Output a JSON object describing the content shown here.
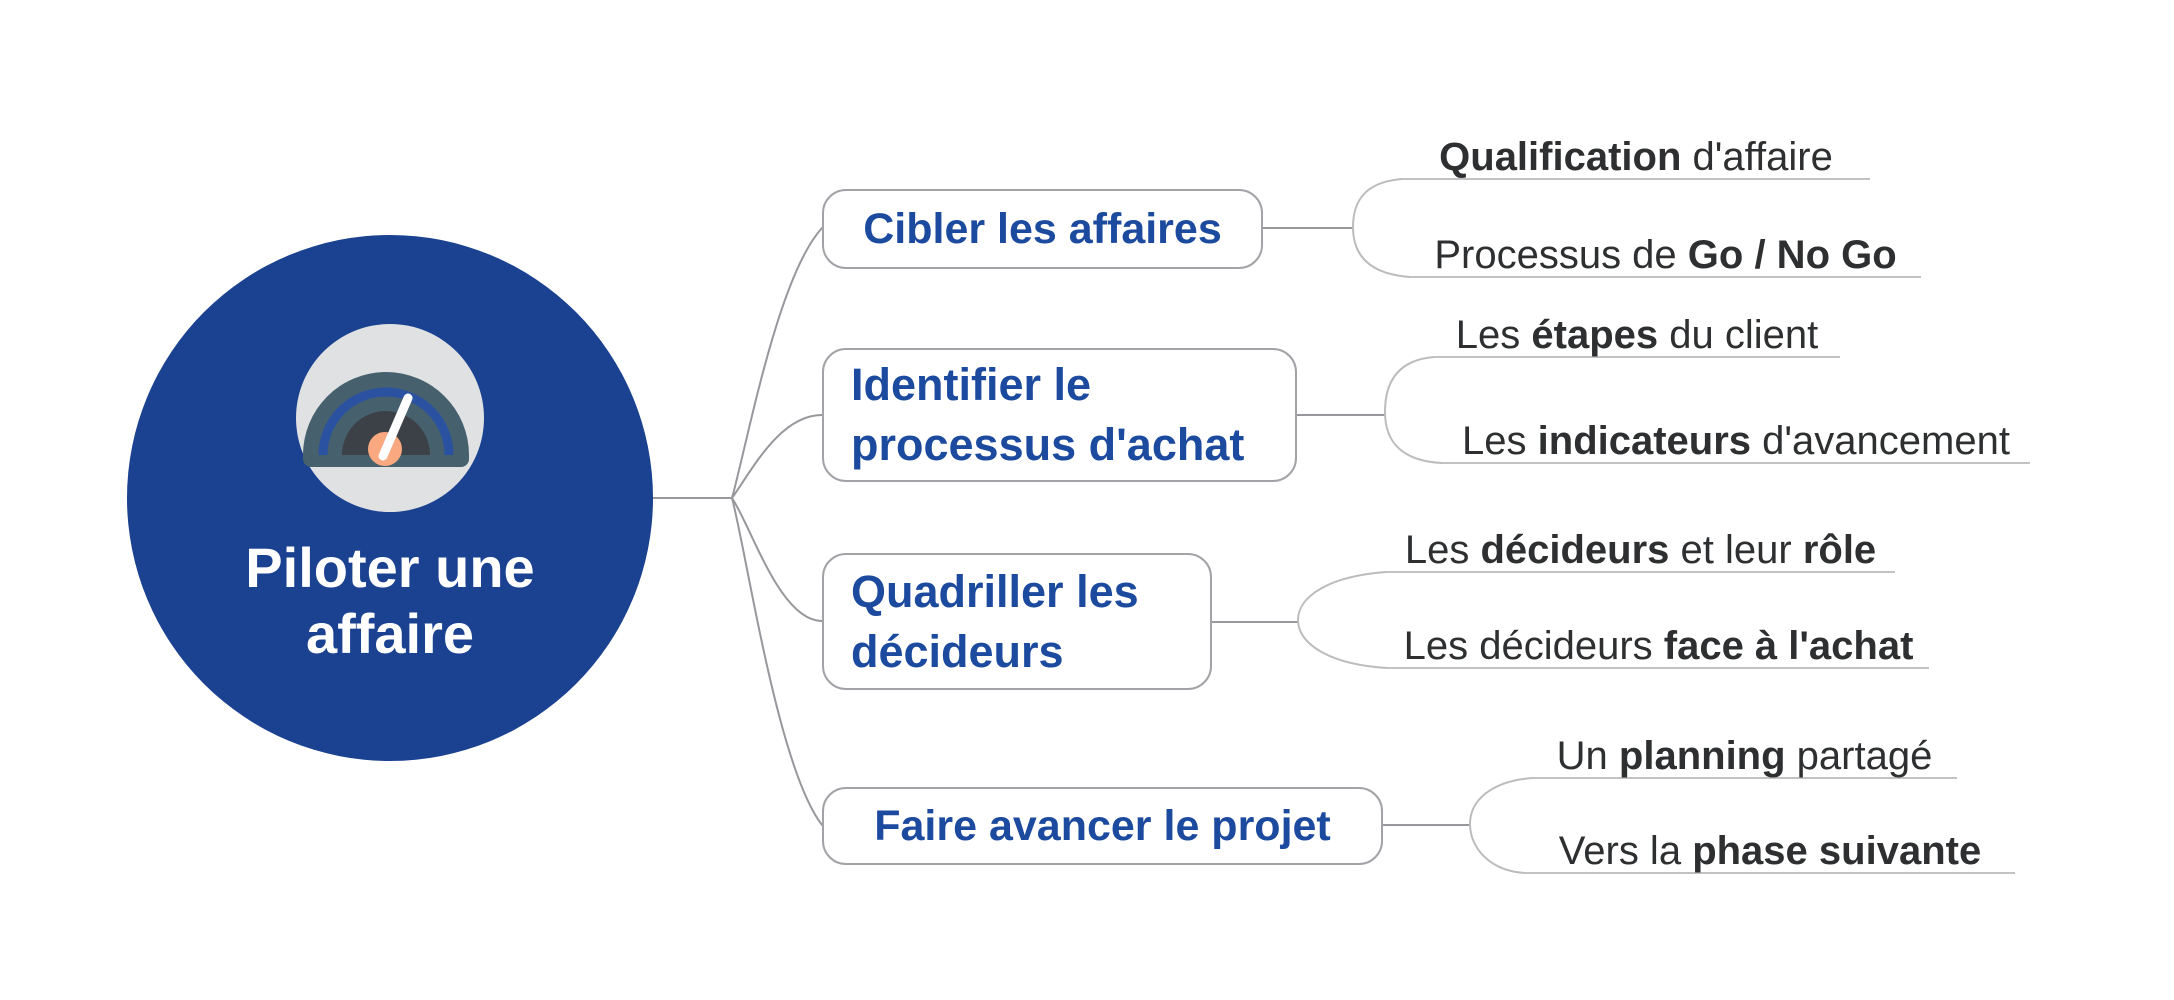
{
  "central": {
    "title": "Piloter une affaire",
    "icon": "speedometer-gauge-icon",
    "bg_color": "#1b4191",
    "text_color": "#ffffff"
  },
  "colors": {
    "branch_text": "#1c4a9e",
    "leaf_text": "#2d2f30",
    "node_border": "#a2a2a7",
    "connector": "#97979c",
    "underline": "#c2c2c5",
    "gauge_outer": "#dfe1e3",
    "gauge_dome": "#46606d",
    "gauge_arc": "#2b52a0",
    "gauge_inner": "#3b4146",
    "gauge_hub": "#f9a87f",
    "gauge_needle": "#ffffff"
  },
  "branches": [
    {
      "label": "Cibler les affaires",
      "leaves": [
        {
          "segments": [
            {
              "text": "Qualification",
              "bold": true
            },
            {
              "text": " d'affaire",
              "bold": false
            }
          ]
        },
        {
          "segments": [
            {
              "text": "Processus de ",
              "bold": false
            },
            {
              "text": "Go / No Go",
              "bold": true
            }
          ]
        }
      ]
    },
    {
      "label": "Identifier le processus d'achat",
      "leaves": [
        {
          "segments": [
            {
              "text": "Les ",
              "bold": false
            },
            {
              "text": "étapes",
              "bold": true
            },
            {
              "text": " du client",
              "bold": false
            }
          ]
        },
        {
          "segments": [
            {
              "text": "Les ",
              "bold": false
            },
            {
              "text": "indicateurs",
              "bold": true
            },
            {
              "text": " d'avancement",
              "bold": false
            }
          ]
        }
      ]
    },
    {
      "label": "Quadriller les décideurs",
      "leaves": [
        {
          "segments": [
            {
              "text": "Les ",
              "bold": false
            },
            {
              "text": "décideurs",
              "bold": true
            },
            {
              "text": " et leur ",
              "bold": false
            },
            {
              "text": "rôle",
              "bold": true
            }
          ]
        },
        {
          "segments": [
            {
              "text": "Les décideurs ",
              "bold": false
            },
            {
              "text": "face à l'achat",
              "bold": true
            }
          ]
        }
      ]
    },
    {
      "label": "Faire avancer le projet",
      "leaves": [
        {
          "segments": [
            {
              "text": "Un ",
              "bold": false
            },
            {
              "text": "planning",
              "bold": true
            },
            {
              "text": " partagé",
              "bold": false
            }
          ]
        },
        {
          "segments": [
            {
              "text": "Vers la ",
              "bold": false
            },
            {
              "text": "phase suivante",
              "bold": true
            }
          ]
        }
      ]
    }
  ]
}
